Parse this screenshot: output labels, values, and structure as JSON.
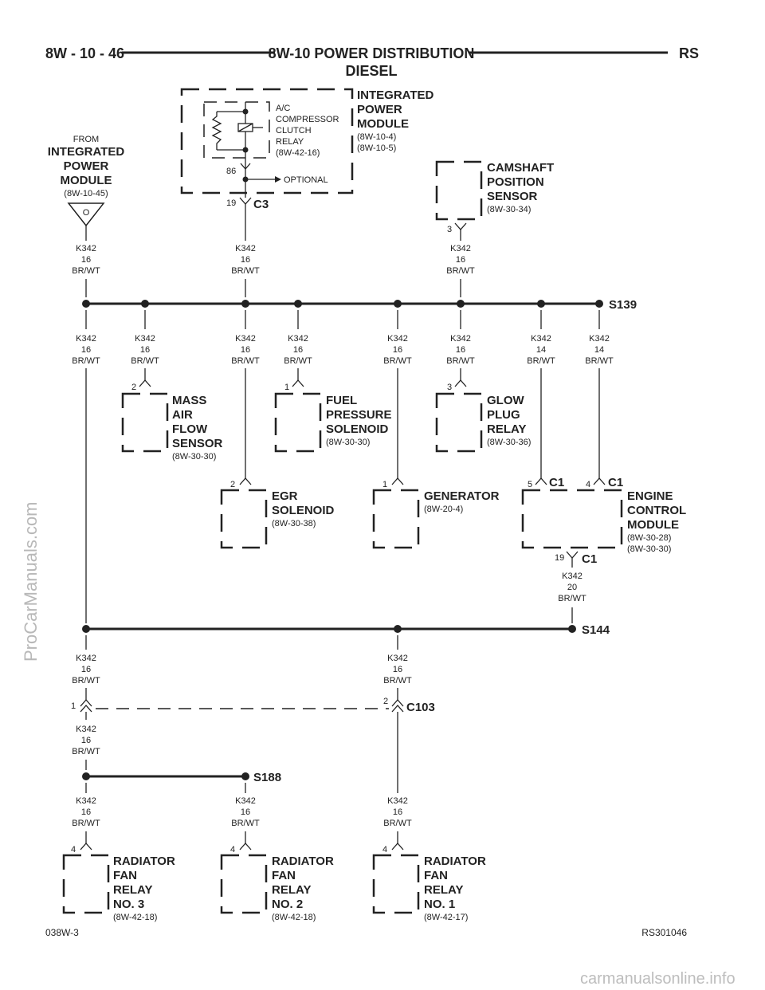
{
  "header": {
    "page_number": "8W - 10 - 46",
    "title": "8W-10 POWER DISTRIBUTION",
    "subtitle": "DIESEL",
    "code": "RS"
  },
  "wire": {
    "circuit": "K342",
    "color": "BR/WT",
    "gauge16": "16",
    "gauge14": "14",
    "gauge20": "20"
  },
  "from_ipm": {
    "from": "FROM",
    "l1": "INTEGRATED",
    "l2": "POWER",
    "l3": "MODULE",
    "ref": "(8W-10-45)",
    "symbol": "O"
  },
  "ipm": {
    "l1": "INTEGRATED",
    "l2": "POWER",
    "l3": "MODULE",
    "ref1": "(8W-10-4)",
    "ref2": "(8W-10-5)",
    "connector": "C3",
    "pin": "19"
  },
  "ac_relay": {
    "l1": "A/C",
    "l2": "COMPRESSOR",
    "l3": "CLUTCH",
    "l4": "RELAY",
    "ref": "(8W-42-16)",
    "pin": "86",
    "optional": "OPTIONAL"
  },
  "camshaft": {
    "l1": "CAMSHAFT",
    "l2": "POSITION",
    "l3": "SENSOR",
    "ref": "(8W-30-34)",
    "pin": "3"
  },
  "splices": {
    "s139": "S139",
    "s144": "S144",
    "s188": "S188"
  },
  "maf": {
    "l1": "MASS",
    "l2": "AIR",
    "l3": "FLOW",
    "l4": "SENSOR",
    "ref": "(8W-30-30)",
    "pin": "2"
  },
  "fuel": {
    "l1": "FUEL",
    "l2": "PRESSURE",
    "l3": "SOLENOID",
    "ref": "(8W-30-30)",
    "pin": "1"
  },
  "glow": {
    "l1": "GLOW",
    "l2": "PLUG",
    "l3": "RELAY",
    "ref": "(8W-30-36)",
    "pin": "3"
  },
  "egr": {
    "l1": "EGR",
    "l2": "SOLENOID",
    "ref": "(8W-30-38)",
    "pin": "2"
  },
  "generator": {
    "l1": "GENERATOR",
    "ref": "(8W-20-4)",
    "pin": "1"
  },
  "ecm": {
    "l1": "ENGINE",
    "l2": "CONTROL",
    "l3": "MODULE",
    "ref1": "(8W-30-28)",
    "ref2": "(8W-30-30)",
    "c1": "C1",
    "pin5": "5",
    "pin4": "4",
    "pin19": "19"
  },
  "c103": {
    "name": "C103",
    "pin1": "1",
    "pin2": "2"
  },
  "fan3": {
    "l1": "RADIATOR",
    "l2": "FAN",
    "l3": "RELAY",
    "l4": "NO. 3",
    "ref": "(8W-42-18)",
    "pin": "4"
  },
  "fan2": {
    "l1": "RADIATOR",
    "l2": "FAN",
    "l3": "RELAY",
    "l4": "NO. 2",
    "ref": "(8W-42-18)",
    "pin": "4"
  },
  "fan1": {
    "l1": "RADIATOR",
    "l2": "FAN",
    "l3": "RELAY",
    "l4": "NO. 1",
    "ref": "(8W-42-17)",
    "pin": "4"
  },
  "footer": {
    "left": "038W-3",
    "right": "RS301046"
  },
  "watermark": {
    "side": "ProCarManuals.com",
    "bottom": "carmanualsonline.info"
  }
}
